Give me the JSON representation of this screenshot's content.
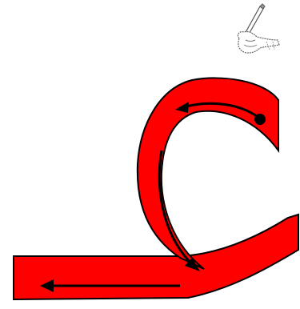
{
  "colors": {
    "stroke_fill": "#ff0000",
    "outline": "#000000",
    "arrow": "#000000",
    "background": "#ffffff"
  },
  "icons": {
    "writing": "pencil-hand-icon"
  },
  "stroke_order": [
    {
      "step": 1,
      "direction": "start-dot-then-leftward-along-top"
    },
    {
      "step": 2,
      "direction": "down-along-curve"
    },
    {
      "step": 3,
      "direction": "leftward-along-base"
    }
  ]
}
